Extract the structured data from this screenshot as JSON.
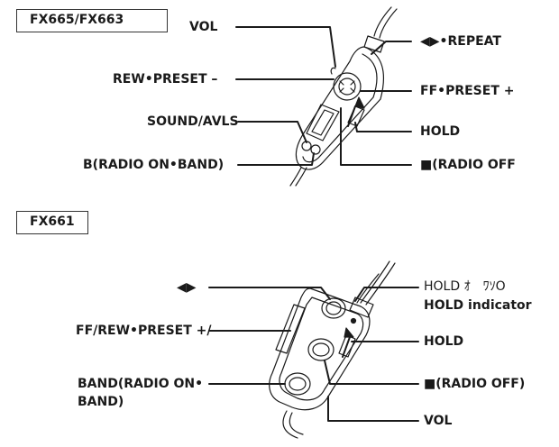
{
  "section_a": {
    "model": "FX665/FX663",
    "labels": {
      "vol": "VOL",
      "rew_preset": "REW•PRESET –",
      "sound_avls": "SOUND/AVLS",
      "b_radio_on_band": "B(RADIO ON•BAND)",
      "play_repeat": "◀▶•REPEAT",
      "ff_preset": "FF•PRESET +",
      "hold": "HOLD",
      "stop_radio_off": "■(RADIO OFF"
    }
  },
  "section_b": {
    "model": "FX661",
    "labels": {
      "play": "◀▶",
      "ff_rew_preset": "FF/REW•PRESET +/–",
      "band_radio_on_line1": "BAND(RADIO ON•",
      "band_radio_on_line2": "BAND)",
      "hold_garbled": "HOLD ｵ　ﾜｿO",
      "hold_indicator": "HOLD indicator",
      "hold": "HOLD",
      "stop_radio_off": "■(RADIO OFF)",
      "vol": "VOL"
    }
  }
}
